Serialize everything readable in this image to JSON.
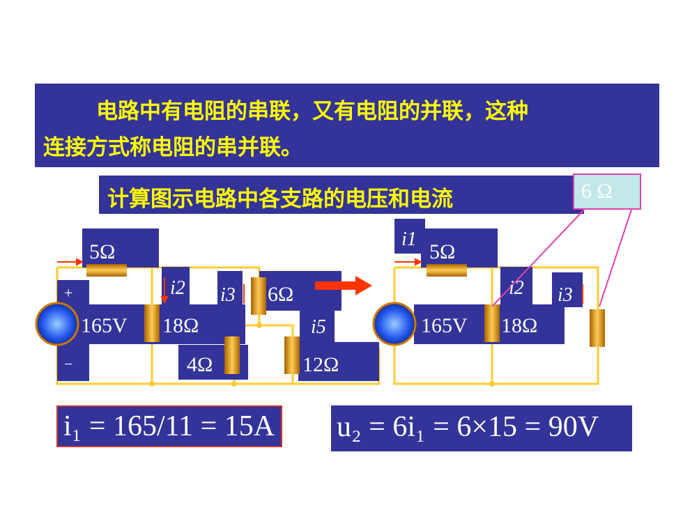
{
  "intro": {
    "line1": "电路中有电阻的串联，又有电阻的并联，这种",
    "line2": "连接方式称电阻的串并联。"
  },
  "task": "计算图示电路中各支路的电压和电流",
  "equivalent": "6 Ω",
  "left_circuit": {
    "r1": "5Ω",
    "plus": "+",
    "minus": "−",
    "source": "165V",
    "r2": "18Ω",
    "r3": "6Ω",
    "r4": "4Ω",
    "r5": "12Ω",
    "i2": "i2",
    "i3": "i3",
    "i5": "i5"
  },
  "right_circuit": {
    "i1": "i1",
    "r1": "5Ω",
    "source": "165V",
    "r2": "18Ω",
    "i2": "i2",
    "i3": "i3"
  },
  "formula1": "i₁ = 165/11 = 15A",
  "formula2": "u₂ = 6i₁ = 6×15 = 90V",
  "colors": {
    "panel": "#333399",
    "heading_text": "#ffff00",
    "wire": "#ffcc33",
    "resistor": "#cc8800",
    "arrow": "#ff3300",
    "source": "#3366ff"
  }
}
